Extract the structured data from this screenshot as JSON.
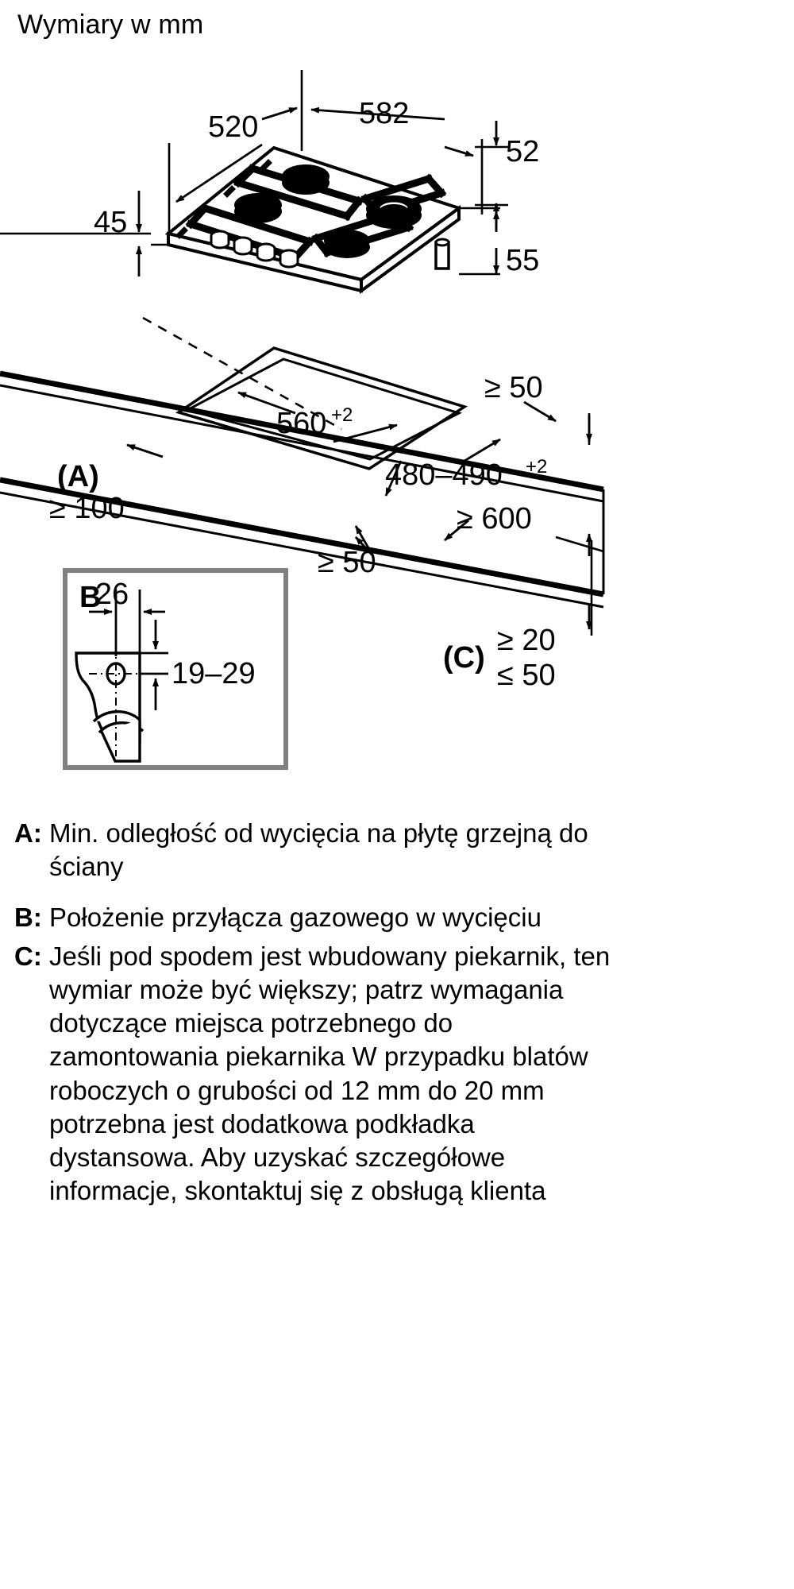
{
  "title": "Wymiary w mm",
  "hob_view": {
    "dim_width_top": "520",
    "dim_depth_top": "582",
    "dim_thickness_right": "52",
    "dim_left_height": "45",
    "dim_right_height": "55"
  },
  "cutout_view": {
    "dim_cutout_width": "560",
    "dim_cutout_width_sup": "+2",
    "dim_cutout_depth": "480–490",
    "dim_cutout_depth_sup": "+2",
    "dim_min_top_right": "≥ 50",
    "dim_min_height": "≥ 600",
    "dim_min_bottom": "≥ 50",
    "label_a": "(A)",
    "value_a": "≥ 100",
    "label_c": "(C)",
    "value_c_min": "≥ 20",
    "value_c_max": "≤ 50"
  },
  "detail_b": {
    "label": "B",
    "dim_horizontal": "26",
    "dim_vertical": "19–29"
  },
  "legend": [
    {
      "key": "A:",
      "text": "Min. odległość od wycięcia na płytę grzejną do ściany"
    },
    {
      "key": "B:",
      "text": "Położenie przyłącza gazowego w wycięciu"
    },
    {
      "key": "C:",
      "text": "Jeśli pod spodem jest wbudowany piekarnik, ten wymiar może być większy; patrz wymagania dotyczące miejsca potrzebnego do zamontowania piekarnika W przypadku blatów roboczych o grubości od 12 mm do 20 mm potrzebna jest dodatkowa podkładka dystansowa. Aby uzyskać szczegółowe informacje, skontaktuj się z obsługą klienta"
    }
  ],
  "colors": {
    "ink": "#000000",
    "box_border": "#808080",
    "background": "#ffffff"
  }
}
